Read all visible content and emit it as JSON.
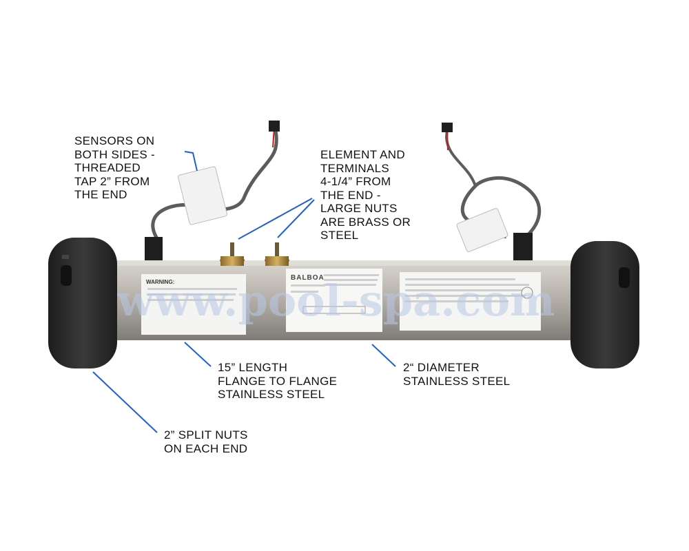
{
  "watermark": "www.pool-spa.com",
  "brand": "BALBOA",
  "label_warning": "WARNING:",
  "colors": {
    "leader_line": "#1f5fd6",
    "tube_mid": "#b9b5ae",
    "cap": "#2d2d2d"
  },
  "callouts": {
    "sensors": "SENSORS ON\nBOTH SIDES -\nTHREADED\nTAP 2” FROM\nTHE END",
    "element": "ELEMENT AND\nTERMINALS\n4-1/4” FROM\nTHE END -\nLARGE NUTS\nARE BRASS OR\nSTEEL",
    "length": "15” LENGTH\nFLANGE TO FLANGE\nSTAINLESS STEEL",
    "diameter": "2“ DIAMETER\nSTAINLESS STEEL",
    "nuts": "2” SPLIT NUTS\nON EACH END"
  }
}
